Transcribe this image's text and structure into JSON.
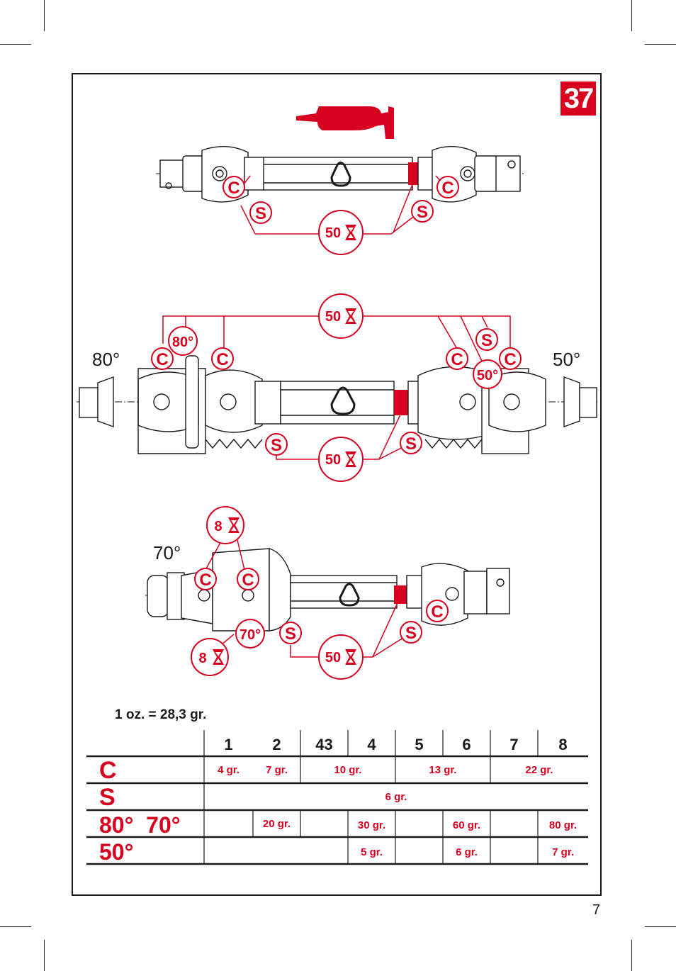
{
  "page": {
    "number": "7",
    "badge": "37"
  },
  "diagrams": {
    "c": "C",
    "s": "S",
    "top_grease_interval": "50",
    "mid_grease_interval_top": "50",
    "mid_grease_interval_bottom": "50",
    "bottom_grease_interval": "50",
    "bottom_small_interval_top": "8",
    "bottom_small_interval_bottom": "8",
    "angle_80_label": "80°",
    "angle_50_label": "50°",
    "angle_70_label": "70°",
    "cv_80": "80°",
    "cv_50": "50°",
    "cv_70": "70°"
  },
  "conversion": "1 oz. = 28,3 gr.",
  "table": {
    "columns": [
      "1",
      "2",
      "43",
      "4",
      "5",
      "6",
      "7",
      "8"
    ],
    "rows": [
      {
        "label": "C",
        "cells": [
          "4 gr.",
          "7 gr.",
          "10 gr.",
          "13 gr.",
          "22 gr."
        ]
      },
      {
        "label": "S",
        "cells": [
          "6 gr."
        ]
      },
      {
        "label": "80°  70°",
        "cells": [
          "20 gr.",
          "30 gr.",
          "60 gr.",
          "80 gr."
        ]
      },
      {
        "label": "50°",
        "cells": [
          "5 gr.",
          "6 gr.",
          "7 gr."
        ]
      }
    ]
  },
  "colors": {
    "accent": "#d7001f",
    "ink": "#1a1a1a"
  }
}
